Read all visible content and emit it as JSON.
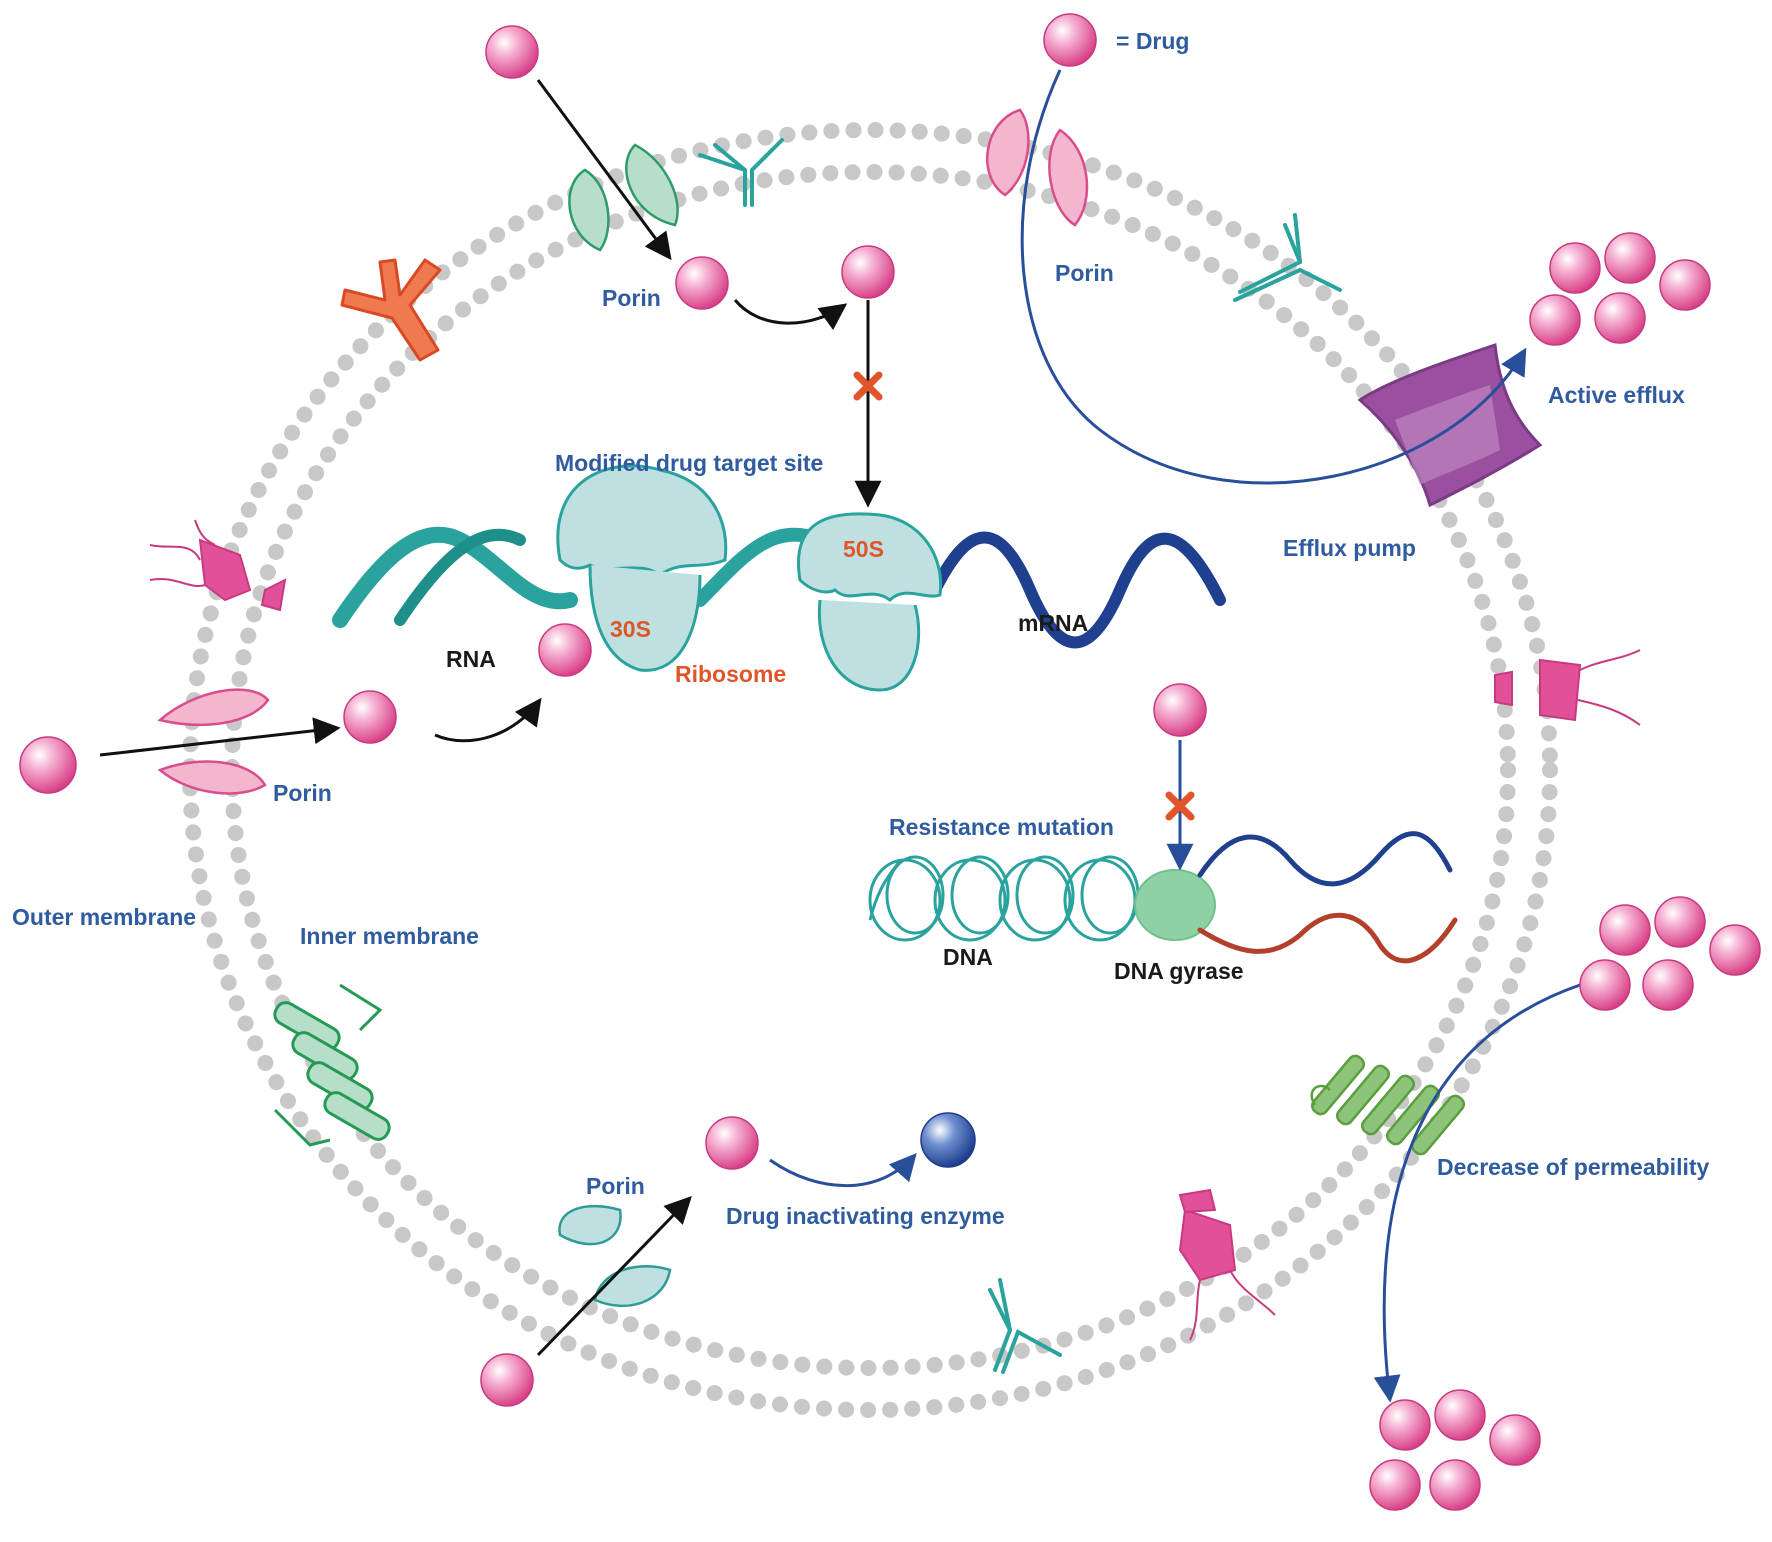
{
  "legend": {
    "drug_label": "= Drug"
  },
  "labels": {
    "porin": "Porin",
    "active_efflux": "Active efflux",
    "modified_target": "Modified drug target site",
    "efflux_pump": "Efflux pump",
    "rna": "RNA",
    "mrna": "mRNA",
    "ribosome": "Ribosome",
    "subunit_50s": "50S",
    "subunit_30s": "30S",
    "resistance_mutation": "Resistance mutation",
    "dna": "DNA",
    "dna_gyrase": "DNA gyrase",
    "outer_membrane": "Outer membrane",
    "inner_membrane": "Inner membrane",
    "decrease_permeability": "Decrease of permeability",
    "drug_inactivating_enzyme": "Drug inactivating enzyme"
  },
  "colors": {
    "drug": "#e0589a",
    "membrane_dot": "#c8c8c8",
    "label_blue": "#2f5b9f",
    "label_orange": "#e0562a",
    "block_x": "#e0562a",
    "ribosome_fill": "#bfe0e0",
    "rna_teal": "#2aa39e",
    "mrna_navy": "#1f3f8f",
    "efflux_pump": "#9b4f9f",
    "porin_green": "#b7dec9",
    "porin_pink": "#f4b5cf",
    "gyrase": "#8fd1a5",
    "dna_red": "#b2402a",
    "inactivated_drug": "#2a4f9a"
  }
}
